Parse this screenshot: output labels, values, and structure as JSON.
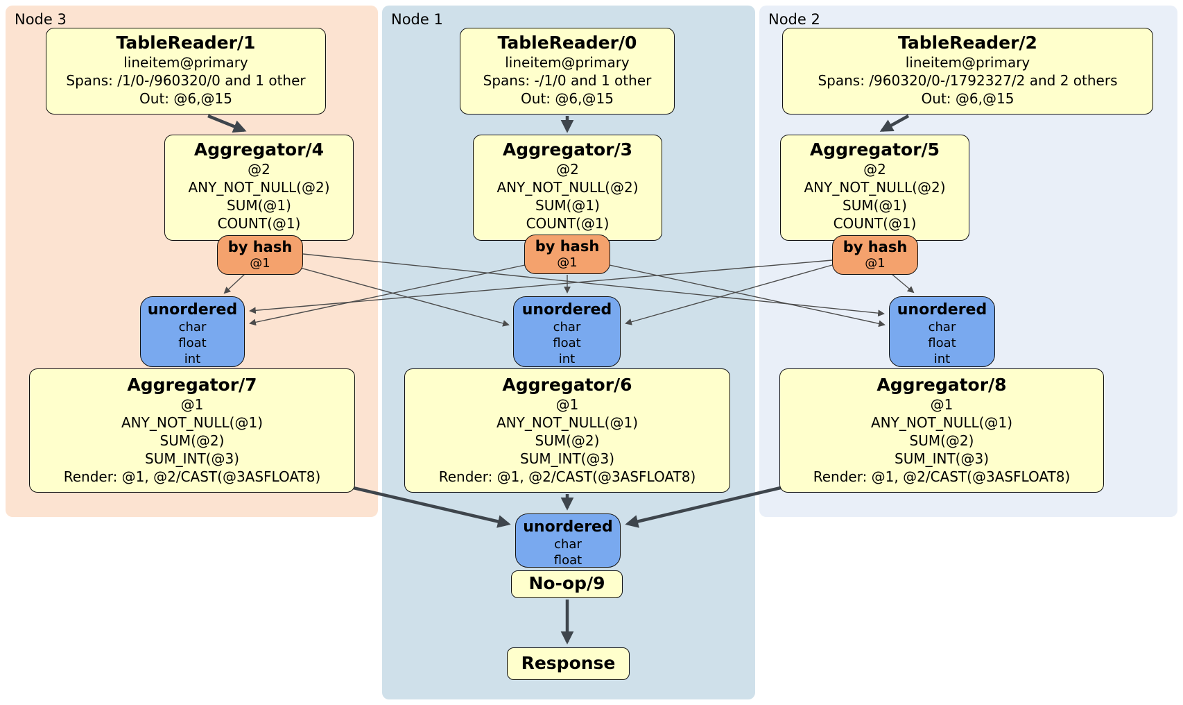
{
  "colors": {
    "node3_panel": "#fce3d1",
    "node1_panel": "#cfe0ea",
    "node2_panel": "#e9eff8",
    "processor_box": "#ffffcc",
    "hash_router_box": "#f4a26d",
    "sync_box": "#79a9ef",
    "thick_edge": "#3e454c",
    "thin_edge": "#4c4c4c"
  },
  "nodes": {
    "node3": {
      "label": "Node 3",
      "table_reader": {
        "title": "TableReader/1",
        "lines": [
          "lineitem@primary",
          "Spans: /1/0-/960320/0 and 1 other",
          "Out: @6,@15"
        ]
      },
      "aggregator": {
        "title": "Aggregator/4",
        "lines": [
          "@2",
          "ANY_NOT_NULL(@2)",
          "SUM(@1)",
          "COUNT(@1)"
        ]
      },
      "router": {
        "title": "by hash",
        "lines": [
          "@1"
        ]
      },
      "sync": {
        "title": "unordered",
        "lines": [
          "char",
          "float",
          "int"
        ]
      },
      "final_aggregator": {
        "title": "Aggregator/7",
        "lines": [
          "@1",
          "ANY_NOT_NULL(@1)",
          "SUM(@2)",
          "SUM_INT(@3)",
          "Render: @1, @2/CAST(@3ASFLOAT8)"
        ]
      }
    },
    "node1": {
      "label": "Node 1",
      "table_reader": {
        "title": "TableReader/0",
        "lines": [
          "lineitem@primary",
          "Spans: -/1/0 and 1 other",
          "Out: @6,@15"
        ]
      },
      "aggregator": {
        "title": "Aggregator/3",
        "lines": [
          "@2",
          "ANY_NOT_NULL(@2)",
          "SUM(@1)",
          "COUNT(@1)"
        ]
      },
      "router": {
        "title": "by hash",
        "lines": [
          "@1"
        ]
      },
      "sync": {
        "title": "unordered",
        "lines": [
          "char",
          "float",
          "int"
        ]
      },
      "final_aggregator": {
        "title": "Aggregator/6",
        "lines": [
          "@1",
          "ANY_NOT_NULL(@1)",
          "SUM(@2)",
          "SUM_INT(@3)",
          "Render: @1, @2/CAST(@3ASFLOAT8)"
        ]
      },
      "output_sync": {
        "title": "unordered",
        "lines": [
          "char",
          "float"
        ]
      },
      "noop": {
        "title": "No-op/9"
      },
      "response": {
        "title": "Response"
      }
    },
    "node2": {
      "label": "Node 2",
      "table_reader": {
        "title": "TableReader/2",
        "lines": [
          "lineitem@primary",
          "Spans: /960320/0-/1792327/2 and 2 others",
          "Out: @6,@15"
        ]
      },
      "aggregator": {
        "title": "Aggregator/5",
        "lines": [
          "@2",
          "ANY_NOT_NULL(@2)",
          "SUM(@1)",
          "COUNT(@1)"
        ]
      },
      "router": {
        "title": "by hash",
        "lines": [
          "@1"
        ]
      },
      "sync": {
        "title": "unordered",
        "lines": [
          "char",
          "float",
          "int"
        ]
      },
      "final_aggregator": {
        "title": "Aggregator/8",
        "lines": [
          "@1",
          "ANY_NOT_NULL(@1)",
          "SUM(@2)",
          "SUM_INT(@3)",
          "Render: @1, @2/CAST(@3ASFLOAT8)"
        ]
      }
    }
  }
}
